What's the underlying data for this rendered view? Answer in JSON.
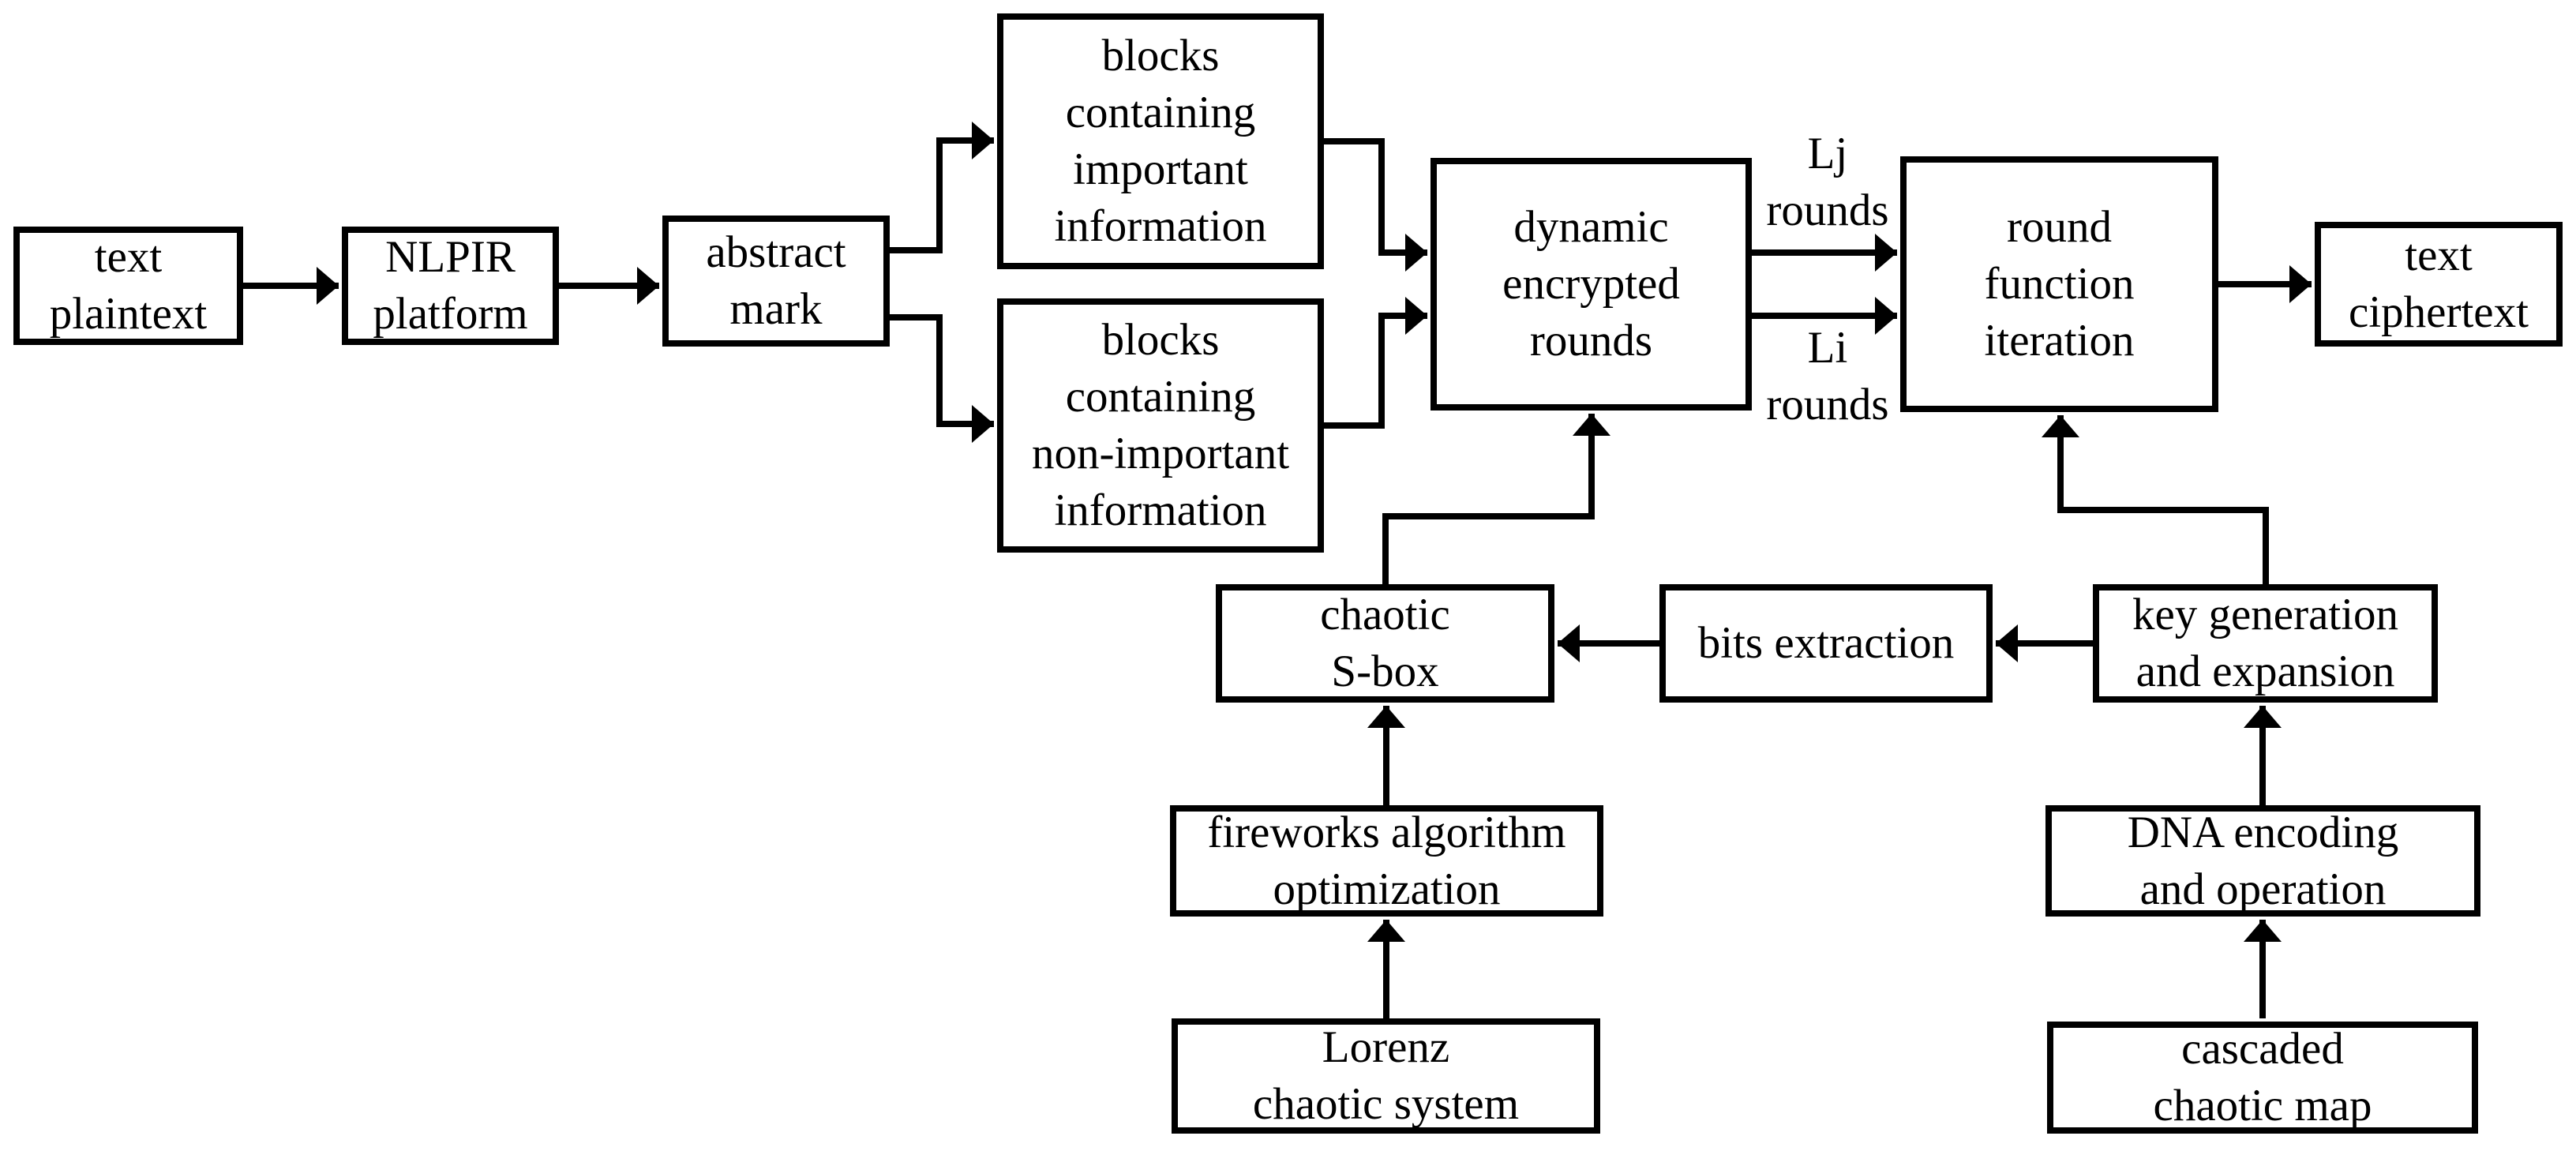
{
  "figure": {
    "type": "flowchart",
    "background_color": "#ffffff",
    "line_color": "#000000",
    "text_color": "#000000"
  },
  "nodes": {
    "plaintext": {
      "label": "text\nplaintext"
    },
    "nlpir": {
      "label": "NLPIR\nplatform"
    },
    "abstract_mark": {
      "label": "abstract\nmark"
    },
    "blocks_important": {
      "label": "blocks\ncontaining\nimportant\ninformation"
    },
    "blocks_non_important": {
      "label": "blocks\ncontaining\nnon-important\ninformation"
    },
    "dynamic_rounds": {
      "label": "dynamic\nencrypted\nrounds"
    },
    "round_function": {
      "label": "round\nfunction\niteration"
    },
    "ciphertext": {
      "label": "text\nciphertext"
    },
    "chaotic_sbox": {
      "label": "chaotic\nS-box"
    },
    "bits_extraction": {
      "label": "bits extraction"
    },
    "key_generation": {
      "label": "key generation\nand expansion"
    },
    "fireworks": {
      "label": "fireworks algorithm\noptimization"
    },
    "dna_encoding": {
      "label": "DNA encoding\nand operation"
    },
    "lorenz": {
      "label": "Lorenz\nchaotic system"
    },
    "cascaded": {
      "label": "cascaded\nchaotic map"
    }
  },
  "edge_labels": {
    "upper": "Lj\nrounds",
    "lower": "Li\nrounds"
  },
  "edges": [
    {
      "from": "plaintext",
      "to": "nlpir"
    },
    {
      "from": "nlpir",
      "to": "abstract_mark"
    },
    {
      "from": "abstract_mark",
      "to": "blocks_important"
    },
    {
      "from": "abstract_mark",
      "to": "blocks_non_important"
    },
    {
      "from": "blocks_important",
      "to": "dynamic_rounds"
    },
    {
      "from": "blocks_non_important",
      "to": "dynamic_rounds"
    },
    {
      "from": "dynamic_rounds",
      "to": "round_function",
      "label": "Lj rounds"
    },
    {
      "from": "dynamic_rounds",
      "to": "round_function",
      "label": "Li rounds"
    },
    {
      "from": "round_function",
      "to": "ciphertext"
    },
    {
      "from": "chaotic_sbox",
      "to": "dynamic_rounds"
    },
    {
      "from": "key_generation",
      "to": "round_function"
    },
    {
      "from": "bits_extraction",
      "to": "chaotic_sbox"
    },
    {
      "from": "key_generation",
      "to": "bits_extraction"
    },
    {
      "from": "fireworks",
      "to": "chaotic_sbox"
    },
    {
      "from": "lorenz",
      "to": "fireworks"
    },
    {
      "from": "dna_encoding",
      "to": "key_generation"
    },
    {
      "from": "cascaded",
      "to": "dna_encoding"
    }
  ]
}
